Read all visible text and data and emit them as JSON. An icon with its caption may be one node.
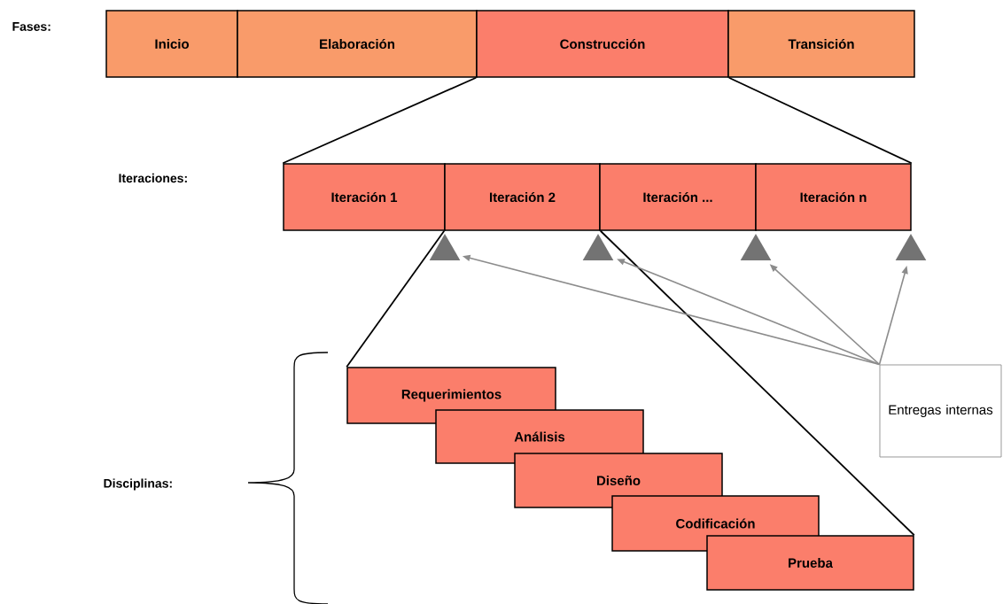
{
  "diagram": {
    "nodes": [
      {
        "text": [
          "Inicio"
        ]
      },
      {
        "text": [
          "Elaboración"
        ]
      },
      {
        "text": [
          "Construcción"
        ]
      },
      {
        "text": [
          "Transición"
        ]
      },
      {
        "text": [
          "Iteración 1"
        ]
      },
      {
        "text": [
          "Iteración 2"
        ]
      },
      {
        "text": [
          "Iteración ..."
        ]
      },
      {
        "text": [
          "Iteración n"
        ]
      },
      {
        "text": [],
        "shape": "triangle"
      },
      {
        "text": [],
        "shape": "triangle"
      },
      {
        "text": [],
        "shape": "triangle"
      },
      {
        "text": [],
        "shape": "triangle"
      },
      {
        "text": [
          "Requerimientos"
        ]
      },
      {
        "text": [
          "Análisis"
        ]
      },
      {
        "text": [
          "Diseño"
        ]
      },
      {
        "text": [
          "Codificación"
        ]
      },
      {
        "text": [
          "Prueba"
        ]
      },
      {
        "text": [
          "Entregas internas"
        ]
      }
    ],
    "edges": [
      {
        "from": 2,
        "to": 4,
        "arrow": "none"
      },
      {
        "from": 2,
        "to": 7,
        "arrow": "none"
      },
      {
        "from": 5,
        "to": 12,
        "arrow": "none"
      },
      {
        "from": 5,
        "to": 16,
        "arrow": "none"
      },
      {
        "from": 17,
        "to": 8,
        "arrow": "to",
        "color": "#8c8c8c"
      },
      {
        "from": 17,
        "to": 9,
        "arrow": "to",
        "color": "#8c8c8c"
      },
      {
        "from": 17,
        "to": 10,
        "arrow": "to",
        "color": "#8c8c8c"
      },
      {
        "from": 17,
        "to": 11,
        "arrow": "to",
        "color": "#8c8c8c"
      }
    ],
    "labels": [
      "Fases:",
      "Iteraciones:",
      "Disciplinas:"
    ]
  }
}
